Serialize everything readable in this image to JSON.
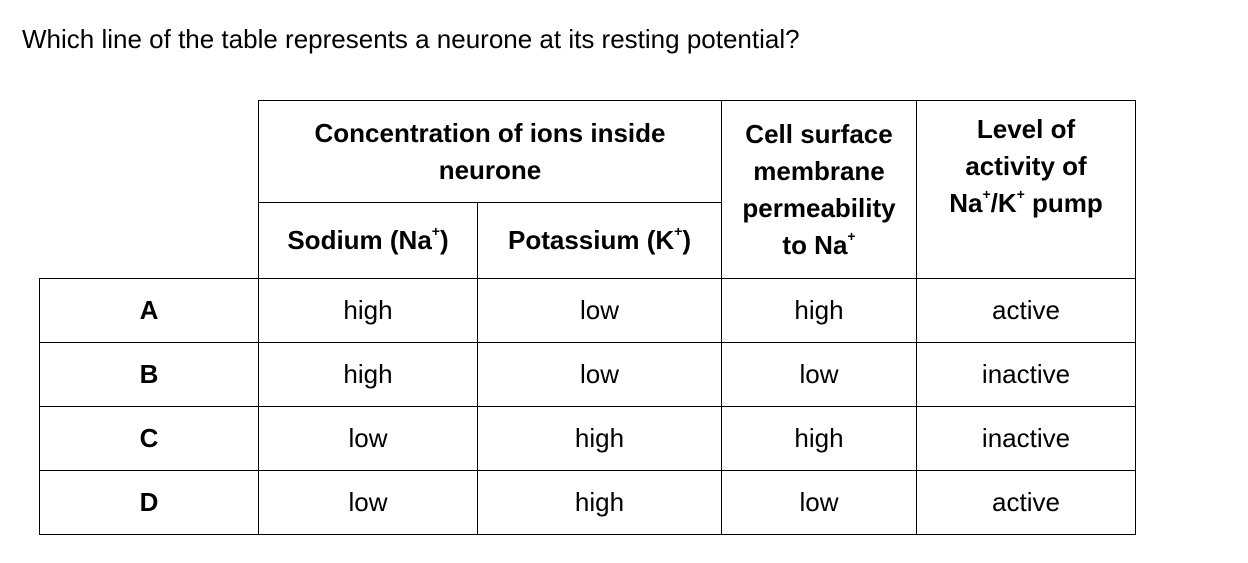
{
  "question": "Which line of the table represents a neurone at its resting potential?",
  "header": {
    "concentration": "Concentration of ions inside neurone",
    "sodium_label": "Sodium (Na",
    "sodium_sup": "+",
    "sodium_close": ")",
    "potassium_label": "Potassium (K",
    "potassium_sup": "+",
    "potassium_close": ")",
    "permeability_line1": "Cell surface",
    "permeability_line2": "membrane",
    "permeability_line3": "permeability",
    "permeability_line4": "to Na",
    "permeability_sup": "+",
    "pump_line1": "Level of",
    "pump_line2": "activity of",
    "pump_na": "Na",
    "pump_sup1": "+",
    "pump_slash_k": "/K",
    "pump_sup2": "+",
    "pump_word": " pump"
  },
  "rows": [
    {
      "label": "A",
      "sodium": "high",
      "potassium": "low",
      "permeability": "high",
      "pump": "active"
    },
    {
      "label": "B",
      "sodium": "high",
      "potassium": "low",
      "permeability": "low",
      "pump": "inactive"
    },
    {
      "label": "C",
      "sodium": "low",
      "potassium": "high",
      "permeability": "high",
      "pump": "inactive"
    },
    {
      "label": "D",
      "sodium": "low",
      "potassium": "high",
      "permeability": "low",
      "pump": "active"
    }
  ]
}
